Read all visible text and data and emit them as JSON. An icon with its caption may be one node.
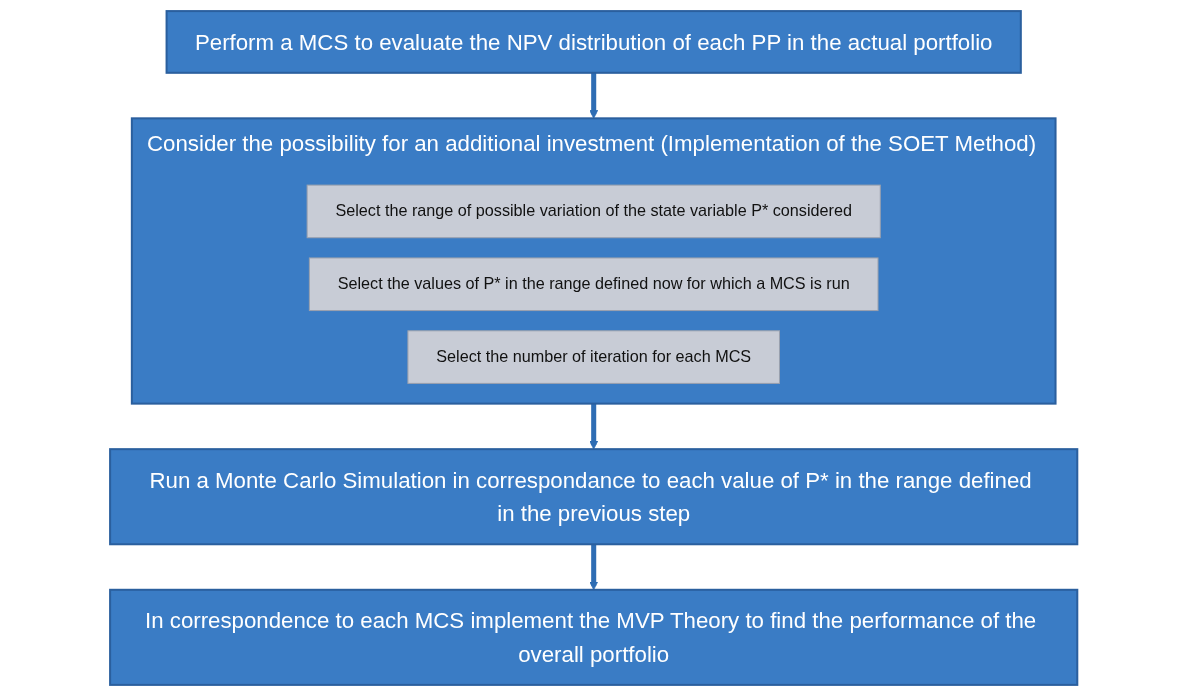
{
  "diagram": {
    "nodes": [
      {
        "text": [
          "Perform a MCS to evaluate the NPV distribution of each PP in the actual portfolio"
        ]
      },
      {
        "text": [
          "Consider the possibility for an additional investment (Implementation of the SOET Method)"
        ]
      },
      {
        "text": [
          "Select the range of possible variation of the state variable P* considered"
        ],
        "in": 1
      },
      {
        "text": [
          "Select the values of P* in the range defined now for which a MCS is run"
        ],
        "in": 1
      },
      {
        "text": [
          "Select the number of iteration for each MCS"
        ],
        "in": 1
      },
      {
        "text": [
          "Run a Monte Carlo Simulation in correspondance to each value of P* in the range defined in the previous step"
        ]
      },
      {
        "text": [
          "In correspondence to each MCS implement the MVP Theory to find the performance of the overall portfolio"
        ]
      }
    ],
    "edges": [
      {
        "from": 0,
        "to": 1,
        "arrow": "to"
      },
      {
        "from": 1,
        "to": 5,
        "arrow": "to"
      },
      {
        "from": 5,
        "to": 6,
        "arrow": "to"
      }
    ]
  }
}
